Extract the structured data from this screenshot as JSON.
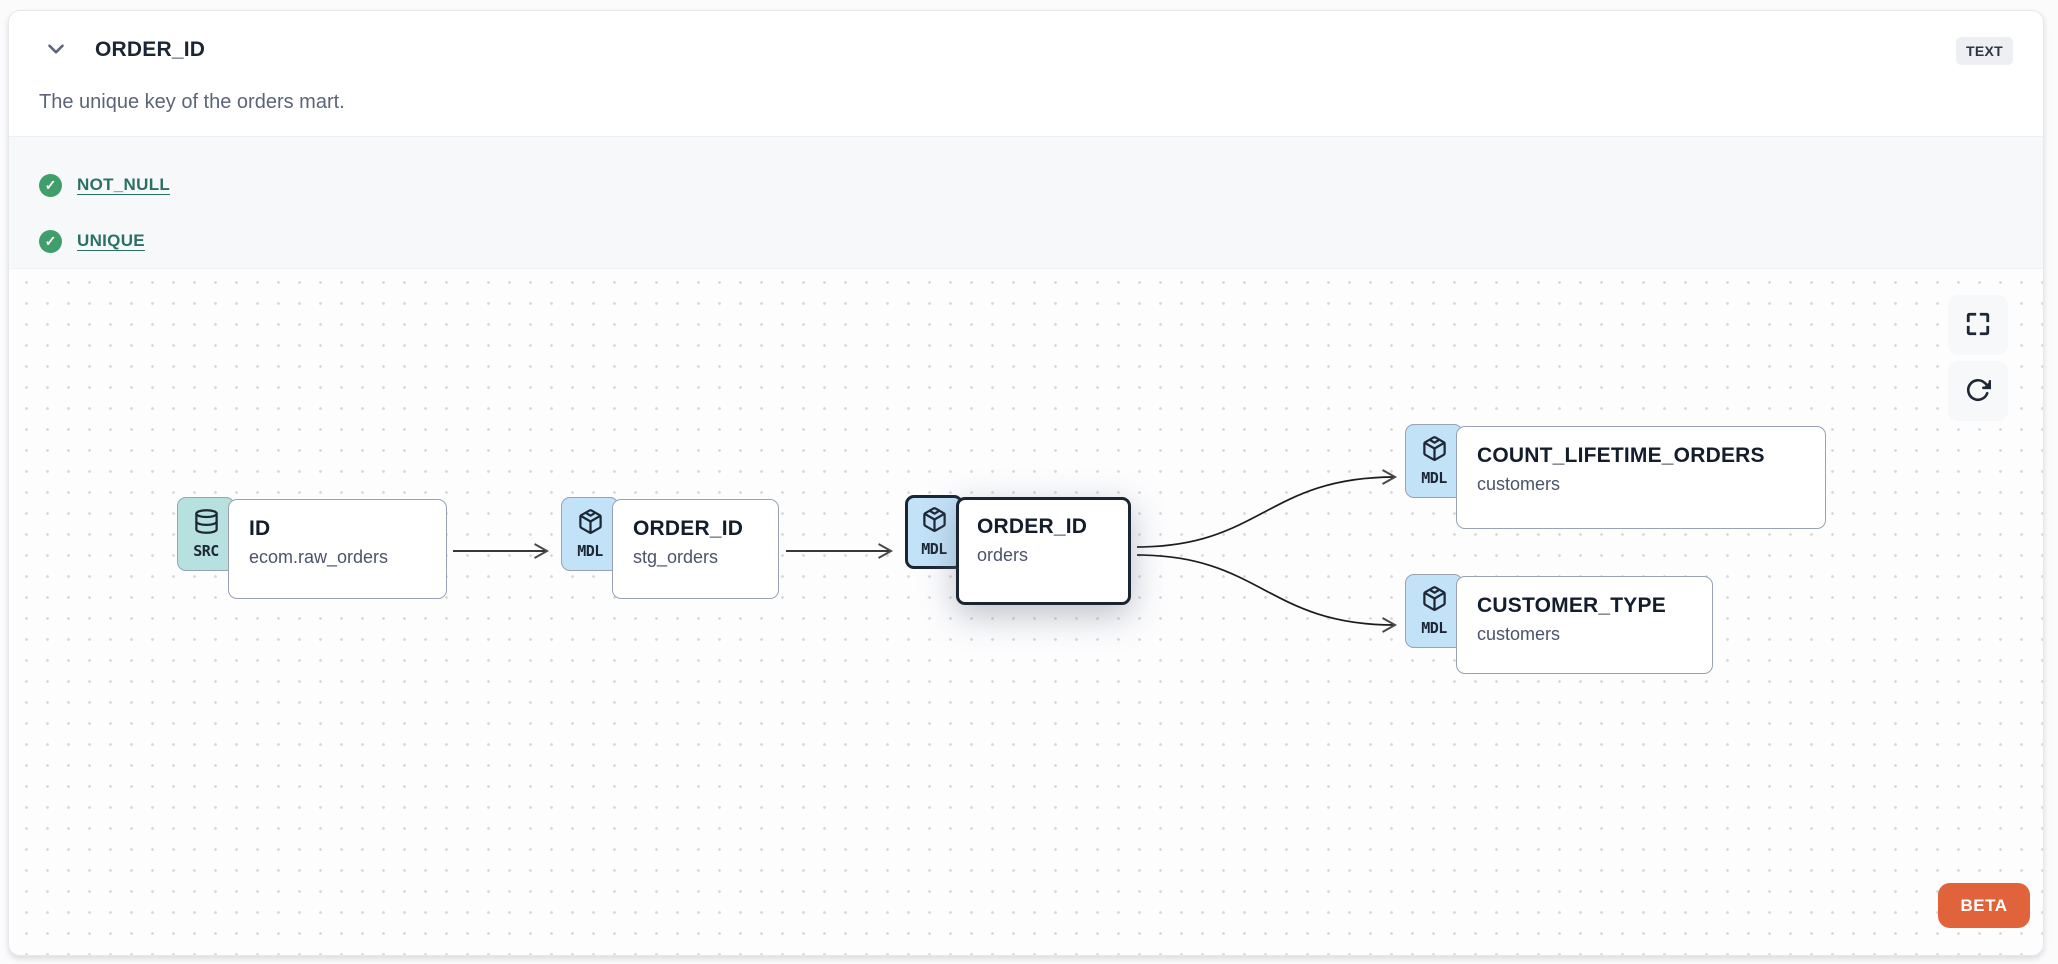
{
  "header": {
    "title": "ORDER_ID",
    "type_badge": "TEXT",
    "description": "The unique key of the orders mart."
  },
  "tests": [
    {
      "label": "NOT_NULL",
      "status": "pass"
    },
    {
      "label": "UNIQUE",
      "status": "pass"
    }
  ],
  "canvas": {
    "nodes": [
      {
        "badge": "SRC",
        "icon": "database-icon",
        "title": "ID",
        "subtitle": "ecom.raw_orders",
        "selected": false
      },
      {
        "badge": "MDL",
        "icon": "cube-icon",
        "title": "ORDER_ID",
        "subtitle": "stg_orders",
        "selected": false
      },
      {
        "badge": "MDL",
        "icon": "cube-icon",
        "title": "ORDER_ID",
        "subtitle": "orders",
        "selected": true
      },
      {
        "badge": "MDL",
        "icon": "cube-icon",
        "title": "COUNT_LIFETIME_ORDERS",
        "subtitle": "customers",
        "selected": false
      },
      {
        "badge": "MDL",
        "icon": "cube-icon",
        "title": "CUSTOMER_TYPE",
        "subtitle": "customers",
        "selected": false
      }
    ],
    "beta_label": "BETA"
  },
  "colors": {
    "src_badge_bg": "#b7e1de",
    "mdl_badge_bg": "#c2e2f8",
    "selected_border": "#1b2532",
    "test_pass_green": "#3f9e69",
    "test_link_teal": "#2a7164",
    "beta_orange": "#e0633c",
    "type_badge_bg": "#edeff2"
  }
}
